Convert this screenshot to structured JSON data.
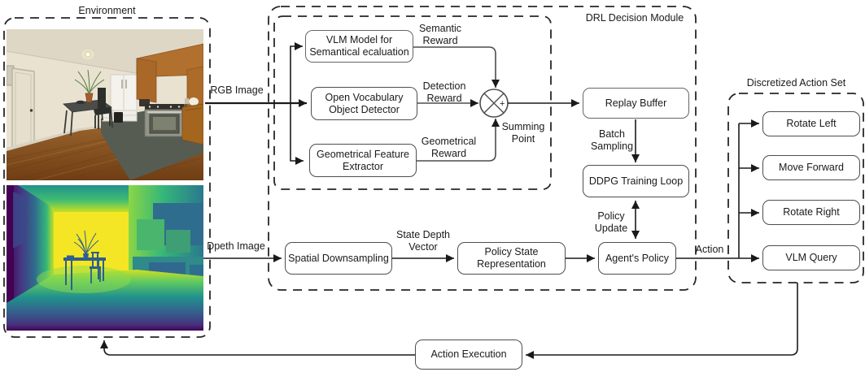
{
  "colors": {
    "line": "#1a1a1a",
    "box_border": "#4d4d4d",
    "dash_border": "#262626",
    "viridis_far_yellow": "#f4e625",
    "viridis_near_purple": "#440154",
    "wood_floor": "#8a571f",
    "cabinet_wood": "#b2702e"
  },
  "environment": {
    "title": "Environment",
    "rgb_output_label": "RGB Image",
    "depth_output_label": "Dpeth Image"
  },
  "drl_module": {
    "title": "DRL Decision Module",
    "reward_branch": {
      "vlm_model": "VLM Model for\nSemantical ecaluation",
      "object_detector": "Open Vocabulary\nObject Detector",
      "feature_extractor": "Geometrical Feature\nExtractor",
      "semantic_reward": "Semantic\nReward",
      "detection_reward": "Detection\nReward",
      "geometrical_reward": "Geometrical\nReward",
      "summing_point": "Summing\nPoint",
      "sum_symbol": "+"
    },
    "training": {
      "replay_buffer": "Replay Buffer",
      "batch_sampling": "Batch\nSampling",
      "ddpg_loop": "DDPG Training Loop",
      "policy_update": "Policy\nUpdate",
      "agents_policy": "Agent's Policy"
    },
    "state_branch": {
      "spatial_downsampling": "Spatial Downsampling",
      "state_depth_vector": "State Depth\nVector",
      "policy_state": "Policy State\nRepresentation"
    },
    "action_label": "Action"
  },
  "action_set": {
    "title": "Discretized Action Set",
    "actions": [
      "Rotate Left",
      "Move Forward",
      "Rotate Right",
      "VLM Query"
    ]
  },
  "execution": {
    "action_execution": "Action Execution"
  }
}
